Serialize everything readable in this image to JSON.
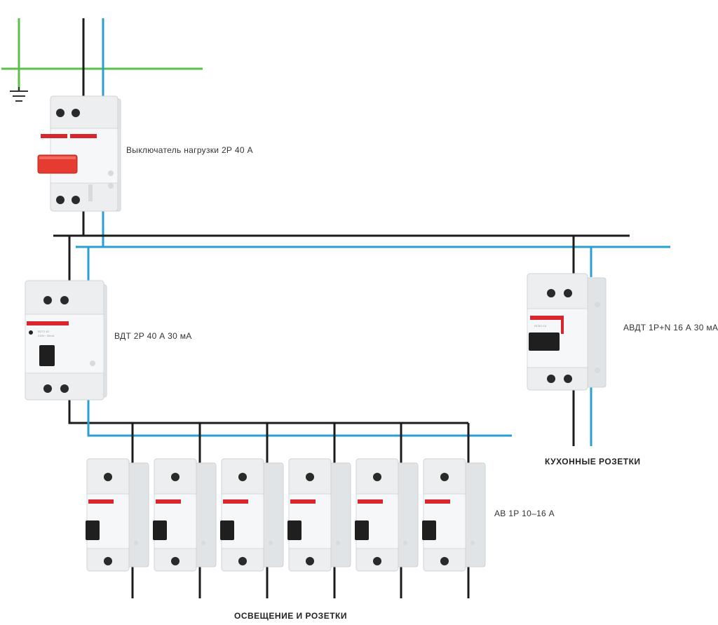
{
  "labels": {
    "load_switch": "Выключатель нагрузки  2Р  40 А",
    "rcd": "ВДТ 2Р 40 А 30 мА",
    "rcbo": "АВДТ 1Р+N 16 А 30 мА",
    "breakers": "АВ 1Р 10–16 А",
    "kitchen": "КУХОННЫЕ РОЗЕТКИ",
    "lighting": "ОСВЕЩЕНИЕ И РОЗЕТКИ"
  },
  "colors": {
    "phase_wire": "#1b1b1b",
    "neutral_wire": "#2a9fd6",
    "ground_wire": "#5cbf4a",
    "brand_red": "#d8262e",
    "switch_lever": "#e53b31"
  },
  "icons": {
    "ground": "ground-symbol-icon"
  },
  "breaker_count": 6
}
